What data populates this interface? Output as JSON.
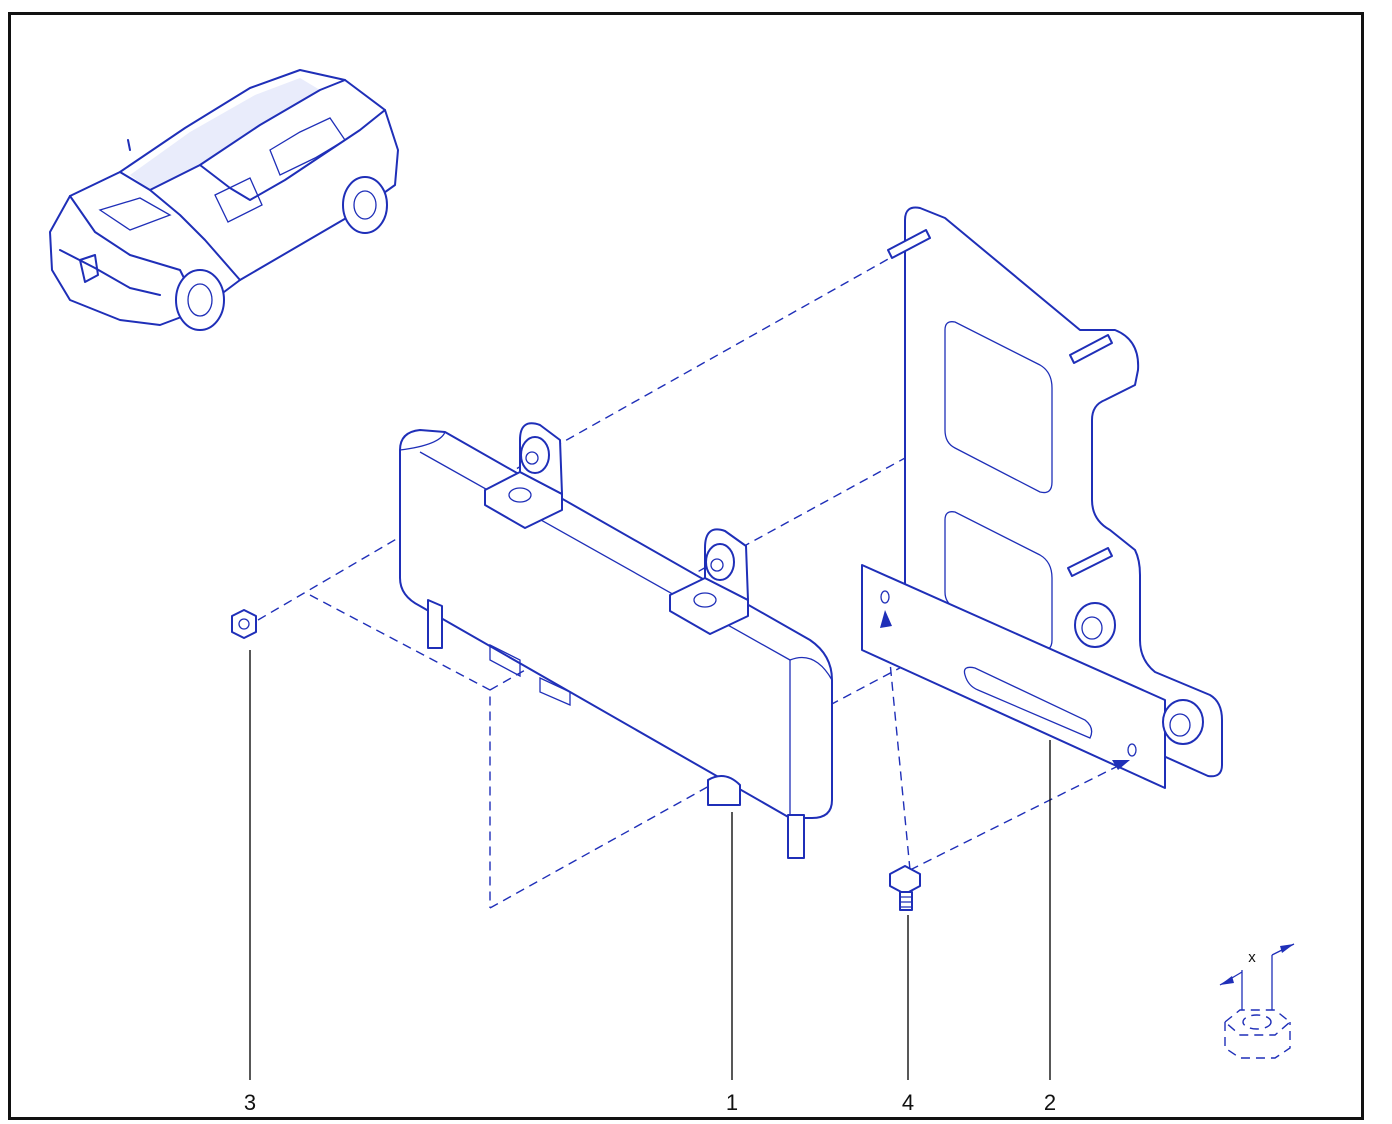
{
  "callouts": [
    {
      "number": "3"
    },
    {
      "number": "1"
    },
    {
      "number": "4"
    },
    {
      "number": "2"
    }
  ],
  "dimension_symbol": {
    "label": "x"
  },
  "colors": {
    "line": "#1f2fb8",
    "frame": "#111111",
    "background": "#ffffff"
  },
  "icons": [
    "vehicle-thumbnail",
    "nut-dimension-icon"
  ]
}
